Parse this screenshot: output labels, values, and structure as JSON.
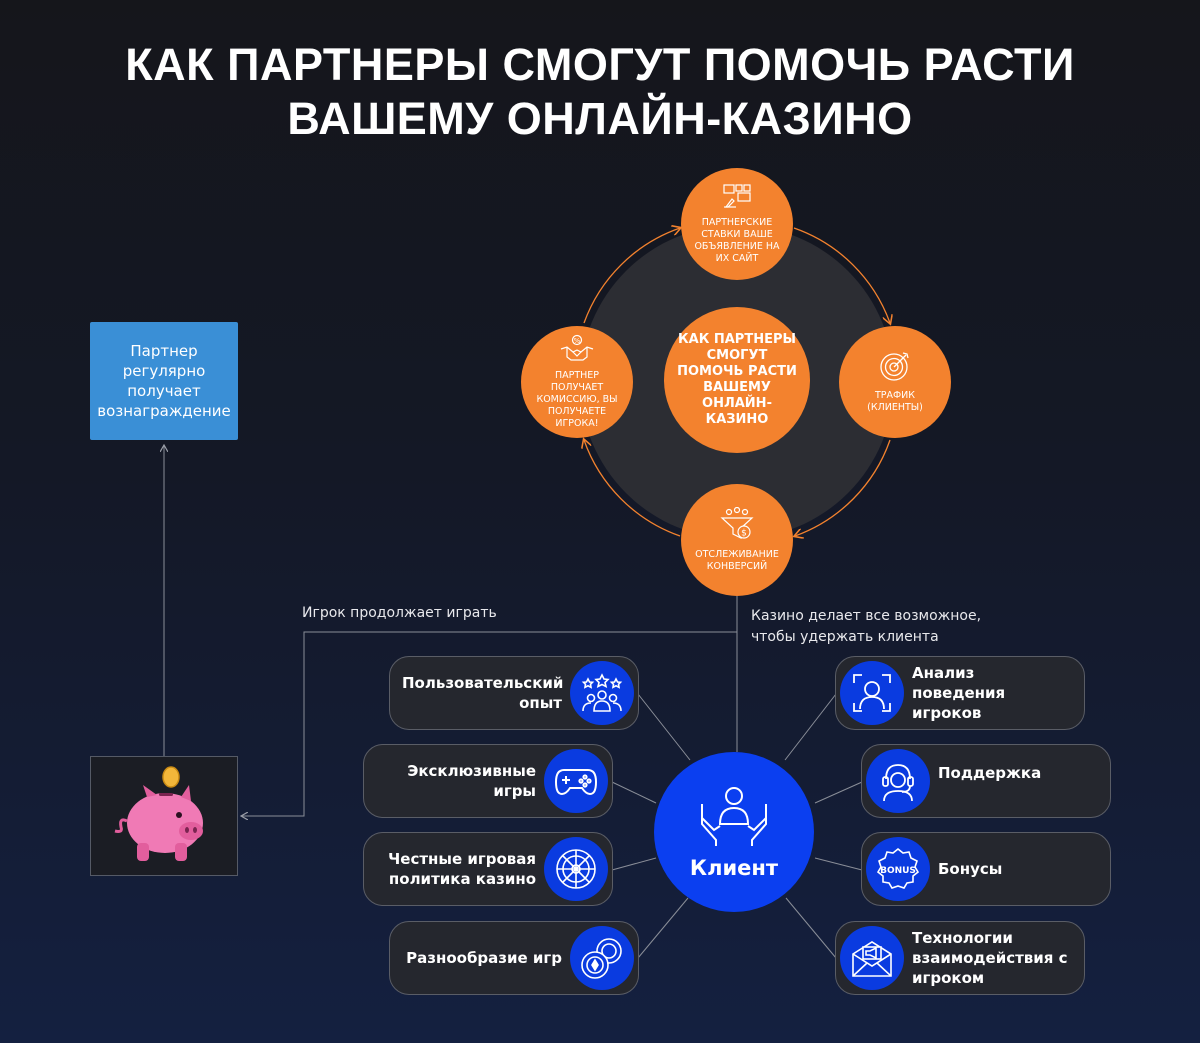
{
  "title": {
    "line1": "КАК ПАРТНЕРЫ СМОГУТ ПОМОЧЬ РАСТИ",
    "line2": "ВАШЕМУ ОНЛАЙН-КАЗИНО"
  },
  "cycle": {
    "center": "КАК ПАРТНЕРЫ СМОГУТ ПОМОЧЬ РАСТИ ВАШЕМУ ОНЛАЙН-КАЗИНО",
    "top": "ПАРТНЕРСКИЕ СТАВКИ ВАШЕ ОБЪЯВЛЕНИЕ НА ИХ САЙТ",
    "right": "ТРАФИК (КЛИЕНТЫ)",
    "bottom": "ОТСЛЕЖИВАНИЕ КОНВЕРСИЙ",
    "left": "ПАРТНЕР ПОЛУЧАЕТ КОМИССИЮ, ВЫ ПОЛУЧАЕТЕ ИГРОКА!",
    "color": "#f3822e"
  },
  "reward_box": {
    "text": "Партнер регулярно получает вознаграждение"
  },
  "captions": {
    "player_keeps_playing": "Игрок продолжает играть",
    "casino_retains": "Казино делает все возможное, чтобы удержать клиента"
  },
  "client": {
    "label": "Клиент",
    "color": "#0b3ff0"
  },
  "left_items": [
    {
      "label": "Пользовательский опыт",
      "icon": "users-stars-icon"
    },
    {
      "label": "Эксклюзивные игры",
      "icon": "gamepad-icon"
    },
    {
      "label": "Честные игровая политика казино",
      "icon": "roulette-icon"
    },
    {
      "label": "Разнообразие игр",
      "icon": "chips-icon"
    }
  ],
  "right_items": [
    {
      "label": "Анализ поведения игроков",
      "icon": "face-scan-icon"
    },
    {
      "label": "Поддержка",
      "icon": "headset-icon"
    },
    {
      "label": "Бонусы",
      "icon": "bonus-badge-icon"
    },
    {
      "label": "Технологии взаимодействия с игроком",
      "icon": "mail-megaphone-icon"
    }
  ],
  "bonus_badge_text": "BONUS"
}
